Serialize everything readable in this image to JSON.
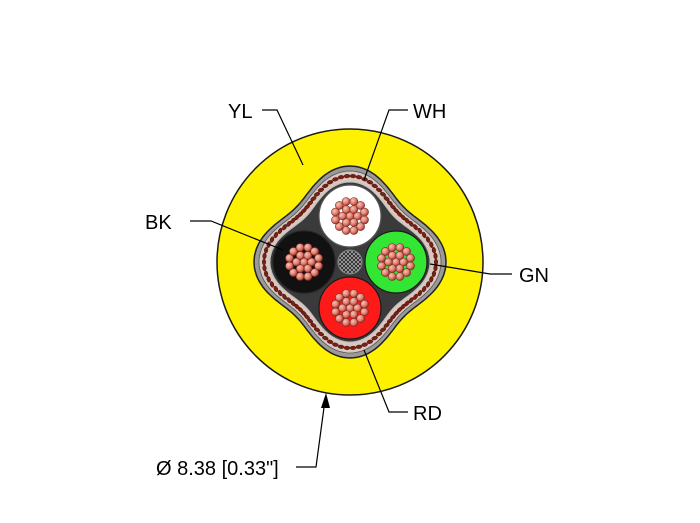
{
  "labels": {
    "jacket": "YL",
    "conductor_top": "WH",
    "conductor_left": "BK",
    "conductor_right": "GN",
    "conductor_bottom": "RD",
    "diameter": "Ø 8.38 [0.33\"]"
  },
  "colors": {
    "jacket": "#FFF200",
    "jacket_outline": "#1a1a1a",
    "core_body": "#3a3a3a",
    "core_outline": "#9a9a9a",
    "braid_light": "#d9c7c0",
    "braid_dark": "#7a1f14",
    "insulation_wh": "#ffffff",
    "insulation_bk": "#111111",
    "insulation_gn": "#33e633",
    "insulation_rd": "#ff1a1a",
    "copper_strand": "#e48a7c",
    "copper_strand_edge": "#7a2a22"
  }
}
